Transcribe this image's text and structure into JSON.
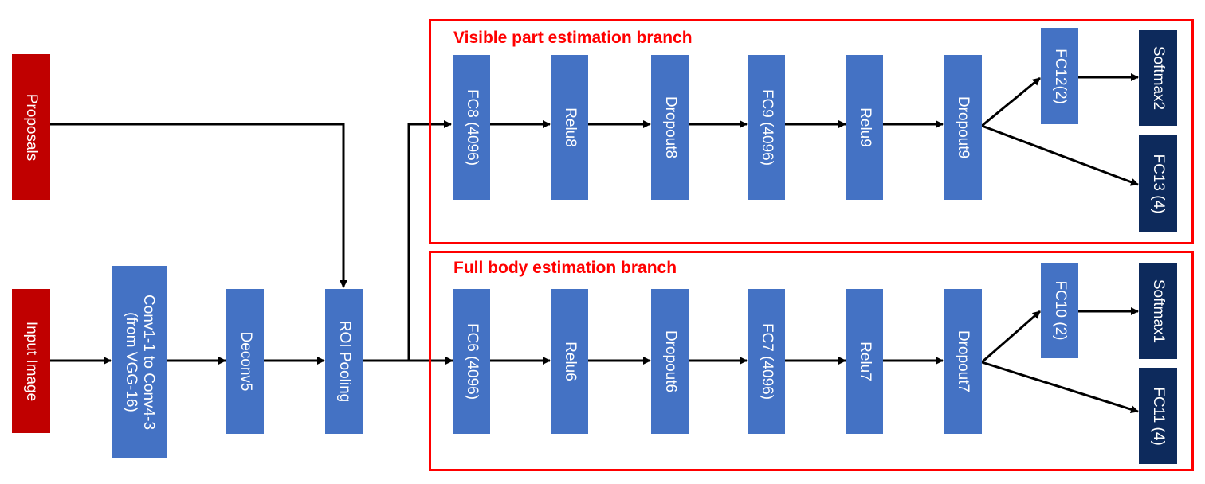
{
  "colors": {
    "input": "#c00000",
    "layer": "#4472c4",
    "output": "#0d2a5c",
    "frame": "#ff0000",
    "arrow": "#000000"
  },
  "branches": {
    "visible": {
      "title": "Visible part estimation branch"
    },
    "full": {
      "title": "Full body estimation branch"
    }
  },
  "inputs": {
    "proposals": "Proposals",
    "image": "Input Image"
  },
  "backbone": {
    "conv": "Conv1-1 to Conv4-3\n(from VGG-16)",
    "deconv": "Deconv5",
    "roi": "ROI Pooling"
  },
  "visible_branch": {
    "fc8": "FC8 (4096)",
    "relu8": "Relu8",
    "dropout8": "Dropout8",
    "fc9": "FC9 (4096)",
    "relu9": "Relu9",
    "dropout9": "Dropout9",
    "fc12": "FC12(2)",
    "fc13": "FC13 (4)",
    "softmax2": "Softmax2"
  },
  "full_branch": {
    "fc6": "FC6 (4096)",
    "relu6": "Relu6",
    "dropout6": "Dropout6",
    "fc7": "FC7 (4096)",
    "relu7": "Relu7",
    "dropout7": "Dropout7",
    "fc10": "FC10 (2)",
    "fc11": "FC11 (4)",
    "softmax1": "Softmax1"
  }
}
